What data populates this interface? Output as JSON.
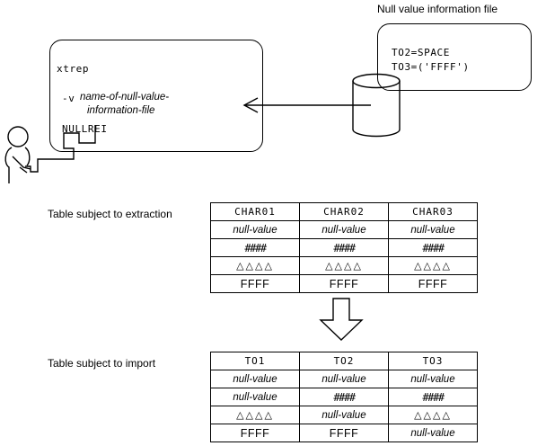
{
  "diagram": {
    "file_caption": "Null value information file",
    "command_bubble": {
      "command": "xtrep",
      "option_flag": "-v",
      "option_arg_line1": "name-of-null-value-",
      "option_arg_line2": "information-file",
      "keyword": "NULLREI"
    },
    "file_bubble": {
      "line1": "TO2=SPACE",
      "line2": "TO3=('FFFF')"
    },
    "icons": {
      "person": "person-at-terminal-icon",
      "database": "database-cylinder-icon",
      "flow_arrow": "left-arrow-icon",
      "transform_arrow": "down-block-arrow-icon"
    }
  },
  "tables": [
    {
      "label": "Table subject to extraction",
      "headers": [
        "CHAR01",
        "CHAR02",
        "CHAR03"
      ],
      "rows": [
        [
          {
            "text": "null-value",
            "style": "null"
          },
          {
            "text": "null-value",
            "style": "null"
          },
          {
            "text": "null-value",
            "style": "null"
          }
        ],
        [
          {
            "text": "####",
            "style": "hash"
          },
          {
            "text": "####",
            "style": "hash"
          },
          {
            "text": "####",
            "style": "hash"
          }
        ],
        [
          {
            "text": "△△△△",
            "style": "tri"
          },
          {
            "text": "△△△△",
            "style": "tri"
          },
          {
            "text": "△△△△",
            "style": "tri"
          }
        ],
        [
          {
            "text": "FFFF",
            "style": "plain"
          },
          {
            "text": "FFFF",
            "style": "plain"
          },
          {
            "text": "FFFF",
            "style": "plain"
          }
        ]
      ]
    },
    {
      "label": "Table subject to import",
      "headers": [
        "TO1",
        "TO2",
        "TO3"
      ],
      "rows": [
        [
          {
            "text": "null-value",
            "style": "null"
          },
          {
            "text": "null-value",
            "style": "null"
          },
          {
            "text": "null-value",
            "style": "null"
          }
        ],
        [
          {
            "text": "null-value",
            "style": "null"
          },
          {
            "text": "####",
            "style": "hash"
          },
          {
            "text": "####",
            "style": "hash"
          }
        ],
        [
          {
            "text": "△△△△",
            "style": "tri"
          },
          {
            "text": "null-value",
            "style": "null"
          },
          {
            "text": "△△△△",
            "style": "tri"
          }
        ],
        [
          {
            "text": "FFFF",
            "style": "plain"
          },
          {
            "text": "FFFF",
            "style": "plain"
          },
          {
            "text": "null-value",
            "style": "null"
          }
        ]
      ]
    }
  ],
  "colors": {
    "ink": "#000000",
    "background": "#ffffff"
  }
}
